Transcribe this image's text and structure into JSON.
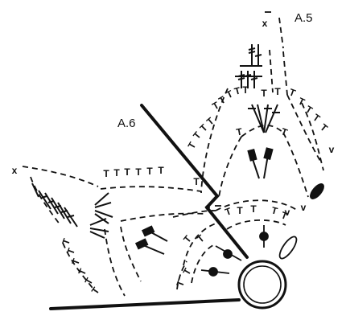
{
  "diagram": {
    "labels": {
      "a5": "A.5",
      "a6": "A.6"
    },
    "stitch_symbols": {
      "treble": "T",
      "start": "x",
      "end_mark": "v"
    },
    "colors": {
      "ink": "#111111",
      "background": "#ffffff"
    }
  }
}
